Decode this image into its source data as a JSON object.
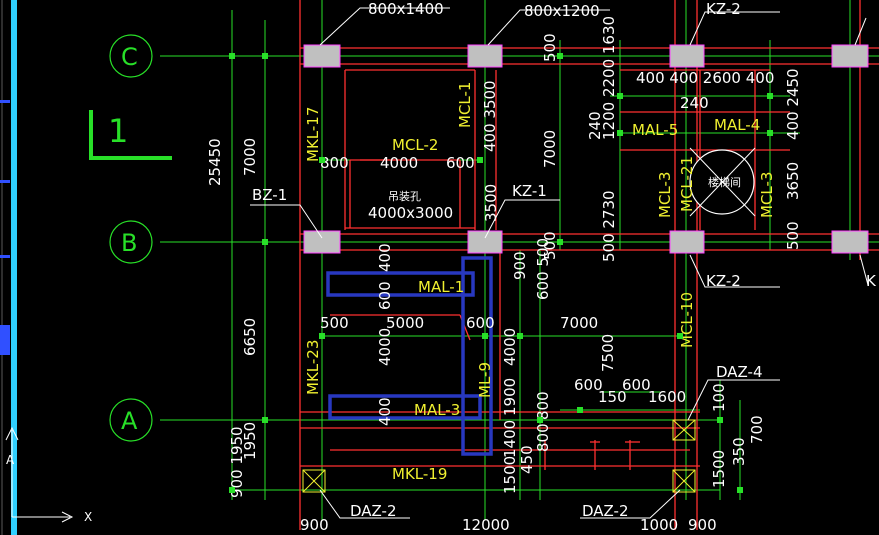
{
  "app": {
    "axis_x_label": "X",
    "axis_y_label": "A"
  },
  "view_marker": {
    "label": "1"
  },
  "colors": {
    "background": "#000000",
    "grid": "#28e028",
    "beam": "#ff3030",
    "column": "#c0c0c0",
    "column_edge": "#ff40ff",
    "label_yellow": "#f0f030",
    "label_white": "#ffffff",
    "highlight": "#2838c0",
    "scroll": "#30d0ff"
  },
  "grid_axes": [
    {
      "id": "grid-axis-C",
      "label": "C"
    },
    {
      "id": "grid-axis-B",
      "label": "B"
    },
    {
      "id": "grid-axis-A",
      "label": "A"
    }
  ],
  "texts": {
    "top1": "800x1400",
    "top2": "800x1200",
    "kz2_top": "KZ-2",
    "mkl17": "MKL-17",
    "mcl1": "MCL-1",
    "d3500_v": "400 3500",
    "mcl2": "MCL-2",
    "d800": "800",
    "d4000": "4000",
    "d600": "600",
    "opening_note": "吊装孔",
    "opening_size": "4000x3000",
    "kz1": "KZ-1",
    "bz1": "BZ-1",
    "d25450": "25450",
    "d7000_l": "7000",
    "d7000_m": "7000",
    "d500_c": "500",
    "d240_a": "240",
    "d2200": "1200 2200 1630",
    "mal5": "MAL-5",
    "mal4": "MAL-4",
    "d400_2600": "400 400 2600 400",
    "d240_b": "240",
    "d4002450": "400 2450",
    "stair": "楼梯间",
    "mcl3_a": "MCL-3",
    "mcl21": "MCL-21",
    "mcl3_b": "MCL-3",
    "d3650": "3650",
    "d2730": "500 2730",
    "d3500_k": "3500",
    "d500_b": "500",
    "d500_b2": "500",
    "d400_b": "400",
    "d600_b": "600",
    "mal1": "MAL-1",
    "d900_b": "900",
    "d600_500": "600 500",
    "kz2_mid": "KZ-2",
    "k_cut": "K",
    "d6650": "6650",
    "mkl23": "MKL-23",
    "d500_mid": "500",
    "d5000": "5000",
    "d600_mid": "600",
    "d7000_h": "7000",
    "d4000_v": "4000",
    "d4000_v2": "4000",
    "mcl10": "MCL-10",
    "d7500": "7500",
    "d600_a": "600",
    "d600_a2": "600",
    "d150": "150",
    "d1600": "1600",
    "daz4": "DAZ-4",
    "d100": "100",
    "d700": "700",
    "mal3": "MAL-3",
    "d400_a": "400",
    "d1900": "1900",
    "ml9": "ML-9",
    "d800_a": "800",
    "d1400": "1400",
    "d450": "450",
    "d800_a2": "800",
    "d1950": "1950",
    "d9001950": "900 1950",
    "d1500": "1500",
    "mkl19": "MKL-19",
    "d1500_r": "1500",
    "d350": "350",
    "daz2_l": "DAZ-2",
    "daz2_r": "DAZ-2",
    "d900_bl": "900",
    "d12000": "12000",
    "d1000": "1000",
    "d900_br": "900"
  }
}
